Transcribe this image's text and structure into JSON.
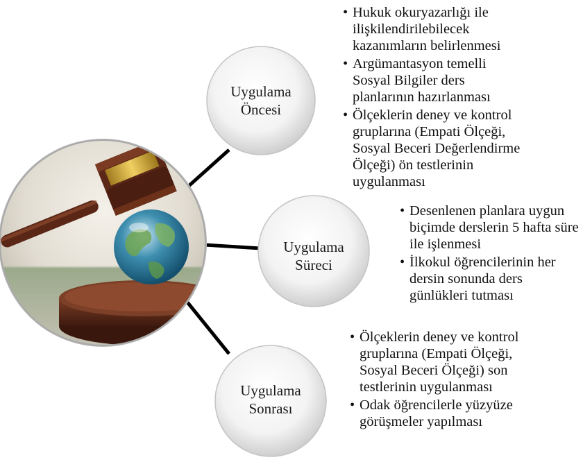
{
  "nodes": [
    {
      "id": "once",
      "label_line1": "Uygulama",
      "label_line2": "Öncesi",
      "bullets": [
        "Hukuk okuryazarlığı ile ilişkilendirilebilecek kazanımların belirlenmesi",
        "Argümantasyon temelli Sosyal Bilgiler ders planlarının hazırlanması",
        "Ölçeklerin deney ve kontrol gruplarına (Empati Ölçeği, Sosyal Beceri Değerlendirme Ölçeği) ön testlerinin uygulanması"
      ]
    },
    {
      "id": "sureci",
      "label_line1": "Uygulama",
      "label_line2": "Süreci",
      "bullets": [
        "Desenlenen planlara uygun biçimde derslerin 5 hafta süre ile işlenmesi",
        "İlkokul öğrencilerinin her dersin sonunda ders günlükleri tutması"
      ]
    },
    {
      "id": "sonrasi",
      "label_line1": "Uygulama",
      "label_line2": "Sonrası",
      "bullets": [
        "Ölçeklerin deney ve kontrol gruplarına (Empati Ölçeği, Sosyal Beceri Ölçeği) son testlerinin uygulanması",
        "Odak öğrencilerle yüzyüze görüşmeler yapılması"
      ]
    }
  ],
  "colors": {
    "circle_fill_center": "#ffffff",
    "circle_fill_edge": "#d8d8d8",
    "connector": "#000000"
  },
  "icons": {
    "hub": "gavel-and-globe-image"
  }
}
